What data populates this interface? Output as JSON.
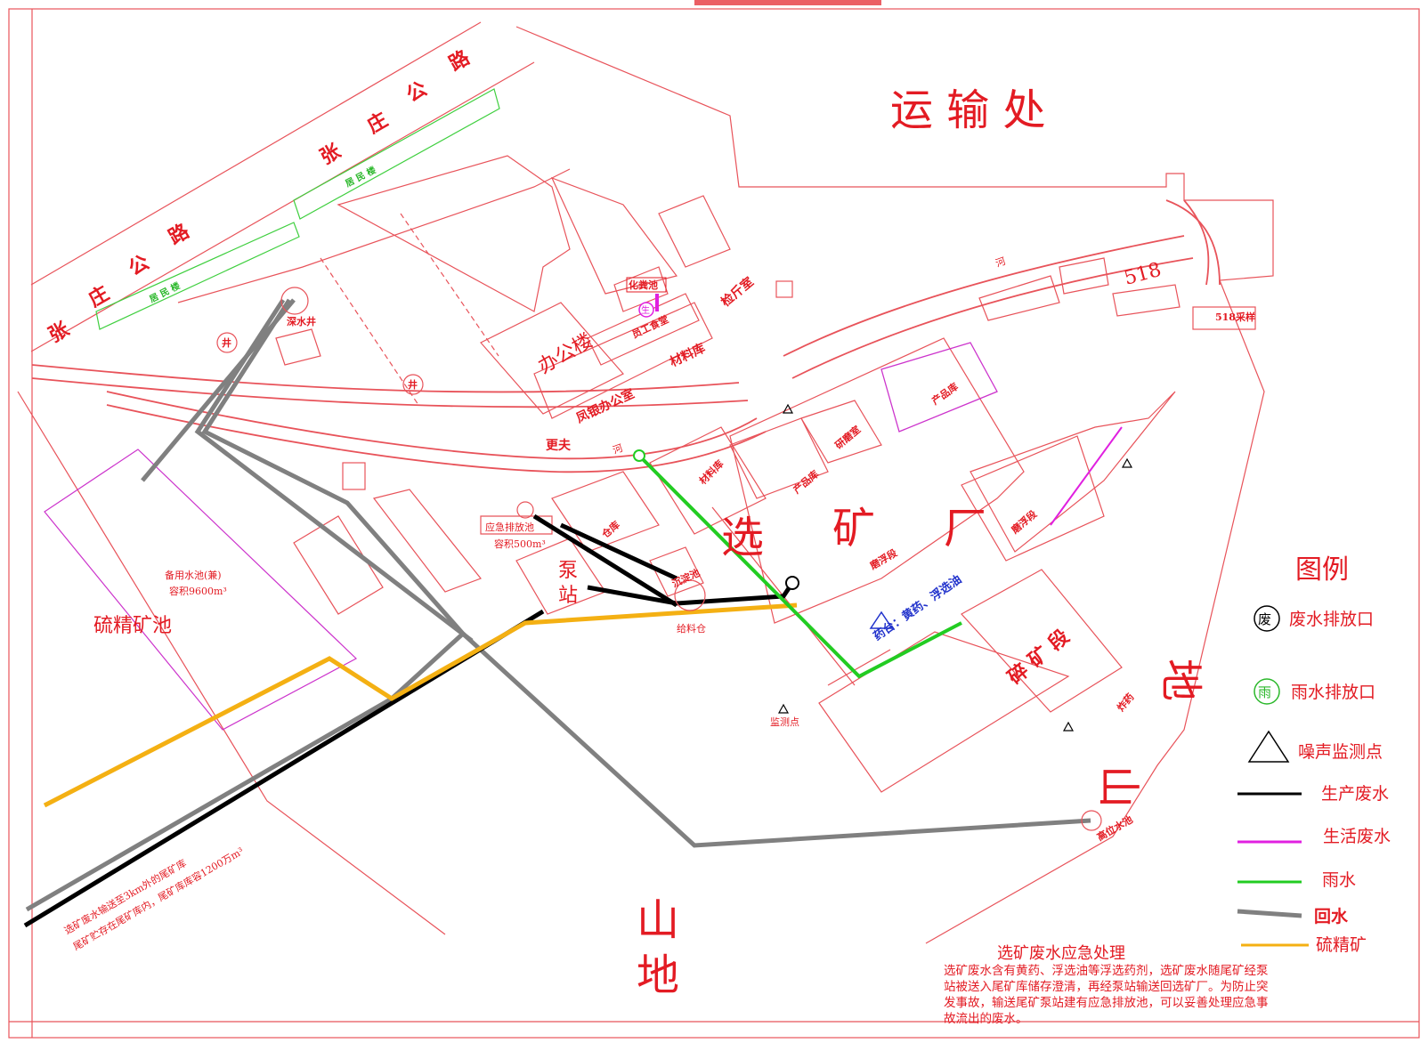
{
  "title_partial": "",
  "areas": {
    "transport_office": "运 输 处",
    "mill": [
      "选",
      "矿",
      "厂"
    ],
    "mountain_right": [
      "地",
      "山"
    ],
    "mountain_bottom": [
      "山",
      "地"
    ]
  },
  "roads": {
    "zhangzhuang_road_upper": [
      "张",
      "庄",
      "公",
      "路"
    ],
    "zhangzhuang_road_lower": [
      "张",
      "庄",
      "公",
      "路"
    ],
    "river": "河",
    "river2": "河"
  },
  "buildings": {
    "residential": "居 民 楼",
    "office_building": "办公楼",
    "fengyin_office": "凤银办公室",
    "staff_canteen": "员工食堂",
    "materials_store": "材料库",
    "septic": "化粪池",
    "weighbridge": "检斤室",
    "gengfu": "更夫",
    "product_store_upper": "产品库",
    "materials_store2": "材料库",
    "product_store": "产品库",
    "grinding_room": "研磨室",
    "grinding_flotation": "磨浮段",
    "grinding_flotation2": "磨浮段",
    "crushing": "碎 矿 段",
    "warehouse": "仓库",
    "pump_station": [
      "泵",
      "站"
    ],
    "settling_tank": "沉淀池",
    "feed_bin": "给料仓",
    "emergency_tank": "应急排放池",
    "emergency_capacity": "容积500m³",
    "spare_pool": "备用水池(兼)",
    "spare_capacity": "容积9600m³",
    "sulfur_pool": "硫精矿池",
    "high_water_tank": "高位水池",
    "well": "井",
    "deep_well": "深水井",
    "sample_518": "518采样",
    "num_518": "518",
    "explosives": "炸药",
    "reagent_platform": "药台：黄药、浮选油",
    "monitor_point": "监测点"
  },
  "markers": {
    "waste_outlet": "废",
    "rain_outlet": "雨",
    "life_outlet": "生"
  },
  "tailings_note": [
    "选矿废水输送至3km外的尾矿库",
    "尾矿贮存在尾矿库内，尾矿库库容1200万m³"
  ],
  "legend": {
    "title": "图例",
    "items": [
      {
        "label": "废水排放口",
        "symbol": "waste-outlet",
        "color": "#000000"
      },
      {
        "label": "雨水排放口",
        "symbol": "rain-outlet",
        "color": "#2bb82b"
      },
      {
        "label": "噪声监测点",
        "symbol": "triangle",
        "color": "#000000"
      },
      {
        "label": "生产废水",
        "symbol": "line",
        "color": "#000000"
      },
      {
        "label": "生活废水",
        "symbol": "line",
        "color": "#e020e0"
      },
      {
        "label": "雨水",
        "symbol": "line",
        "color": "#22cc22"
      },
      {
        "label": "回水",
        "symbol": "line",
        "color": "#808080"
      },
      {
        "label": "硫精矿",
        "symbol": "line",
        "color": "#f4b013"
      }
    ]
  },
  "emergency_note": {
    "title": "选矿废水应急处理",
    "lines": [
      "选矿废水含有黄药、浮选油等浮选药剂，选矿废水随尾矿经泵",
      "站被送入尾矿库储存澄清，再经泵站输送回选矿厂。为防止突",
      "发事故，输送尾矿泵站建有应急排放池，可以妥善处理应急事",
      "故流出的废水。"
    ]
  },
  "colors": {
    "base_lines": "#e8535a",
    "text_red": "#e31b23",
    "production_wastewater": "#000000",
    "domestic_wastewater": "#e020e0",
    "rainwater": "#22cc22",
    "return_water": "#808080",
    "sulfur_concentrate": "#f4b013"
  }
}
